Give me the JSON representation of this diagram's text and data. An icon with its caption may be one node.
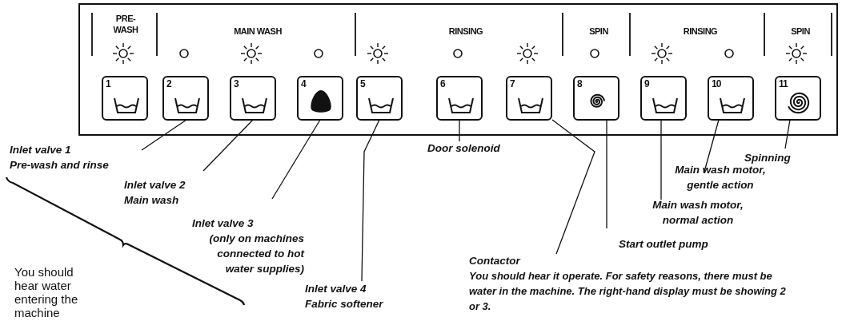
{
  "diagram": {
    "nodes": [
      {
        "text": [],
        "shape": "box"
      },
      {
        "text": [
          "1"
        ],
        "in": 0
      },
      {
        "text": [
          "2"
        ],
        "in": 0
      },
      {
        "text": [
          "3"
        ],
        "in": 0
      },
      {
        "text": [
          "4"
        ],
        "in": 0
      },
      {
        "text": [
          "5"
        ],
        "in": 0
      },
      {
        "text": [
          "6"
        ],
        "in": 0
      },
      {
        "text": [
          "7"
        ],
        "in": 0
      },
      {
        "text": [
          "8"
        ],
        "in": 0
      },
      {
        "text": [
          "9"
        ],
        "in": 0
      },
      {
        "text": [
          "10"
        ],
        "in": 0
      },
      {
        "text": [
          "11"
        ],
        "in": 0
      },
      {
        "text": [
          "Inlet valve 1",
          "Pre-wash and rinse"
        ]
      },
      {
        "text": [
          "Inlet valve 2",
          "Main wash"
        ]
      },
      {
        "text": [
          "Inlet valve 3",
          "(only on machines connected to hot water supplies)"
        ]
      },
      {
        "text": [
          "Door solenoid"
        ]
      },
      {
        "text": [
          "Inlet valve 4",
          "Fabric softener"
        ]
      },
      {
        "text": [
          "Spinning"
        ]
      },
      {
        "text": [
          "Main wash motor, gentle action"
        ]
      },
      {
        "text": [
          "Main wash motor, normal action"
        ]
      },
      {
        "text": [
          "Start outlet pump"
        ]
      },
      {
        "text": [
          "Contactor",
          "You should hear it operate. For safety reasons, there must be water in the machine. The right-hand display must be showing 2 or 3."
        ]
      }
    ],
    "edges": [
      {
        "from": 12,
        "to": 2,
        "arrow": "none"
      },
      {
        "from": 13,
        "to": 3,
        "arrow": "none"
      },
      {
        "from": 14,
        "to": 4,
        "arrow": "none"
      },
      {
        "from": 16,
        "to": 5,
        "arrow": "none"
      },
      {
        "from": 15,
        "to": 6,
        "arrow": "none"
      },
      {
        "from": 21,
        "to": 7,
        "arrow": "none"
      },
      {
        "from": 20,
        "to": 8,
        "arrow": "none"
      },
      {
        "from": 19,
        "to": 9,
        "arrow": "none"
      },
      {
        "from": 18,
        "to": 10,
        "arrow": "none"
      },
      {
        "from": 17,
        "to": 11,
        "arrow": "none"
      }
    ],
    "labels": [
      "PRE- WASH",
      "MAIN WASH",
      "RINSING",
      "SPIN",
      "RINSING",
      "SPIN",
      "You should hear water entering the machine"
    ]
  }
}
